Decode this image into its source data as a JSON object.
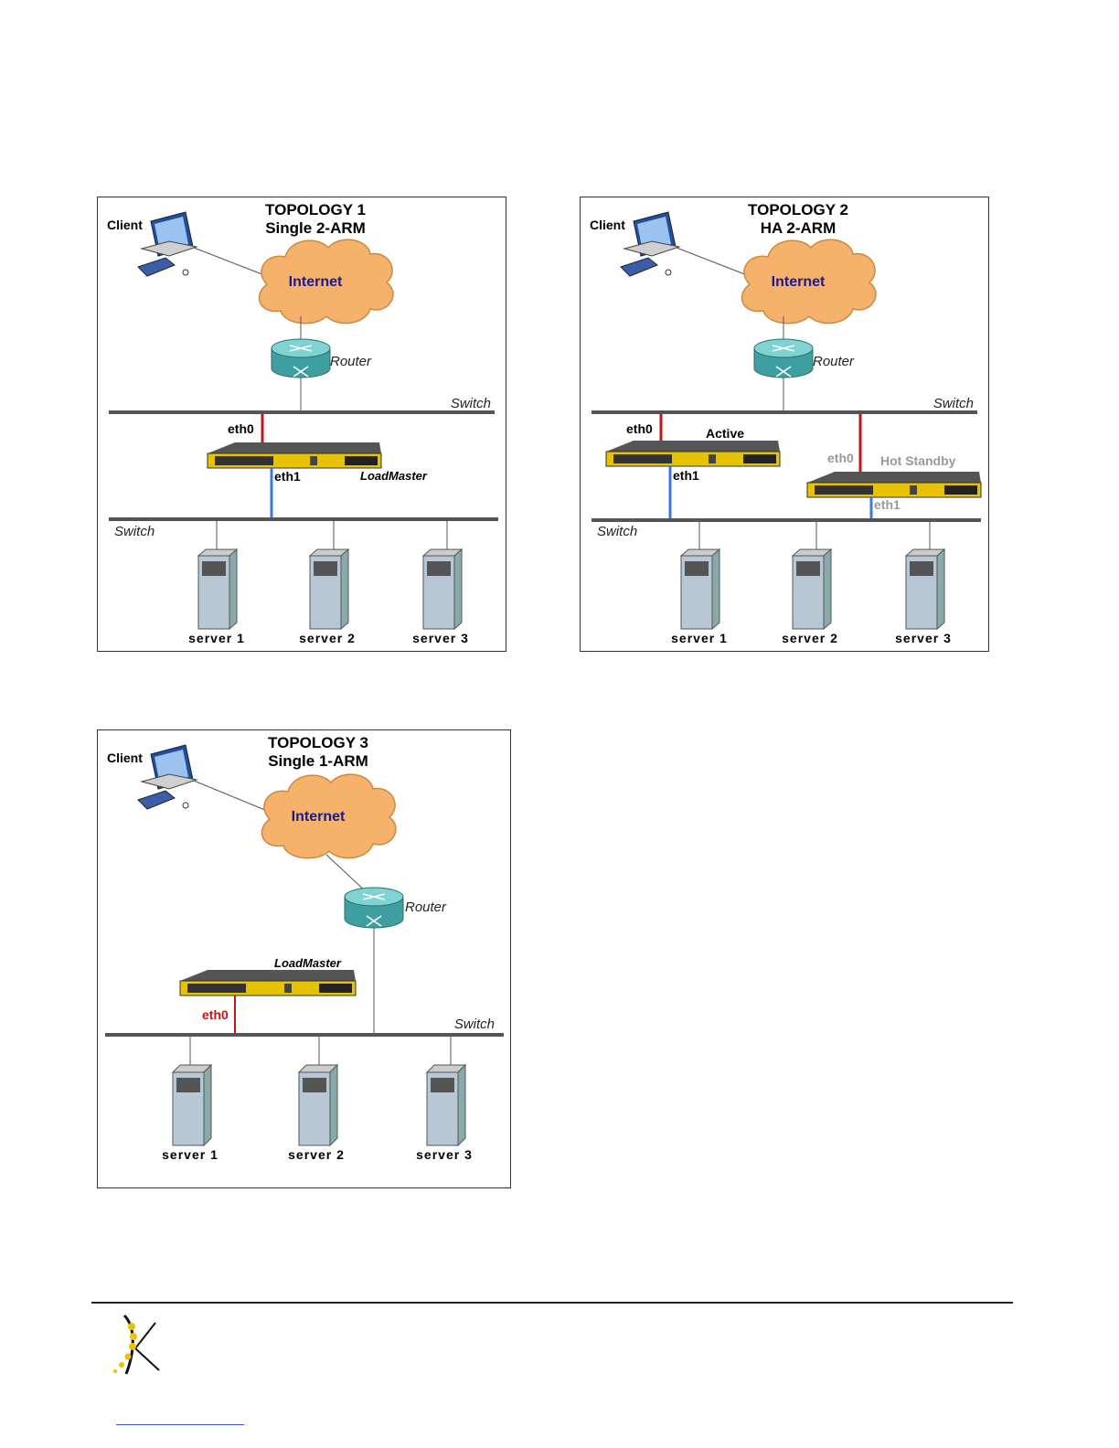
{
  "topology1": {
    "title_line1": "TOPOLOGY 1",
    "title_line2": "Single 2-ARM",
    "client": "Client",
    "internet": "Internet",
    "router": "Router",
    "switch_top": "Switch",
    "switch_bottom": "Switch",
    "eth0": "eth0",
    "eth1": "eth1",
    "loadmaster": "LoadMaster",
    "servers": [
      "server 1",
      "server 2",
      "server 3"
    ]
  },
  "topology2": {
    "title_line1": "TOPOLOGY 2",
    "title_line2": "HA 2-ARM",
    "client": "Client",
    "internet": "Internet",
    "router": "Router",
    "switch_top": "Switch",
    "switch_bottom": "Switch",
    "active_eth0": "eth0",
    "active_eth1": "eth1",
    "active": "Active",
    "standby_eth0": "eth0",
    "standby_eth1": "eth1",
    "hot_standby": "Hot Standby",
    "servers": [
      "server 1",
      "server 2",
      "server 3"
    ]
  },
  "topology3": {
    "title_line1": "TOPOLOGY 3",
    "title_line2": "Single 1-ARM",
    "client": "Client",
    "internet": "Internet",
    "router": "Router",
    "switch": "Switch",
    "loadmaster": "LoadMaster",
    "eth0": "eth0",
    "servers": [
      "server 1",
      "server 2",
      "server 3"
    ]
  },
  "colors": {
    "eth0_line": "#c0151b",
    "eth1_line": "#3c78d8",
    "switch_line": "#555555",
    "cloud": "#f6b26b",
    "router": "#4fb6b6",
    "appliance": "#e6c200"
  }
}
